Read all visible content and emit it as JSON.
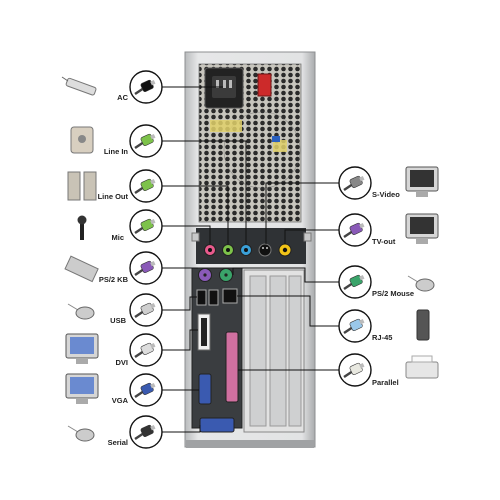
{
  "left_ports": [
    {
      "label": "AC",
      "icon": "power-cord-icon"
    },
    {
      "label": "Line In",
      "icon": "audio-jack-blue-icon"
    },
    {
      "label": "Line Out",
      "icon": "audio-jack-green-icon"
    },
    {
      "label": "Mic",
      "icon": "audio-jack-pink-icon"
    },
    {
      "label": "PS/2 KB",
      "icon": "ps2-keyboard-plug-icon"
    },
    {
      "label": "USB",
      "icon": "usb-plug-icon"
    },
    {
      "label": "DVI",
      "icon": "dvi-plug-icon"
    },
    {
      "label": "VGA",
      "icon": "vga-plug-icon"
    },
    {
      "label": "Serial",
      "icon": "serial-plug-icon"
    }
  ],
  "left_devices": [
    "power-strip-icon",
    "cassette-player-icon",
    "speakers-icon",
    "microphone-icon",
    "keyboard-icon",
    "usb-mouse-icon",
    "lcd-monitor-icon",
    "crt-monitor-icon",
    "serial-mouse-icon"
  ],
  "right_ports": [
    {
      "label": "S-Video",
      "icon": "svideo-plug-icon"
    },
    {
      "label": "TV-out",
      "icon": "tv-out-plug-icon"
    },
    {
      "label": "PS/2 Mouse",
      "icon": "ps2-mouse-plug-icon"
    },
    {
      "label": "RJ-45",
      "icon": "rj45-plug-icon"
    },
    {
      "label": "Parallel",
      "icon": "parallel-plug-icon"
    }
  ],
  "right_devices": [
    "tv-icon",
    "tv-icon",
    "ps2-mouse-icon",
    "network-router-icon",
    "printer-icon"
  ],
  "colors": {
    "case_silver": "#d9dadb",
    "case_edge": "#9a9c9e",
    "panel_dark": "#3a3d40",
    "jack_pink": "#e85a8c",
    "jack_green": "#7dc24a",
    "jack_blue": "#3aa0d8",
    "ps2_purple": "#8a5ab8",
    "ps2_green": "#3aa46a",
    "vga_blue": "#3a5ab0",
    "parallel_pink": "#d070a0",
    "yellow_rca": "#f2c418",
    "line": "#111111"
  }
}
